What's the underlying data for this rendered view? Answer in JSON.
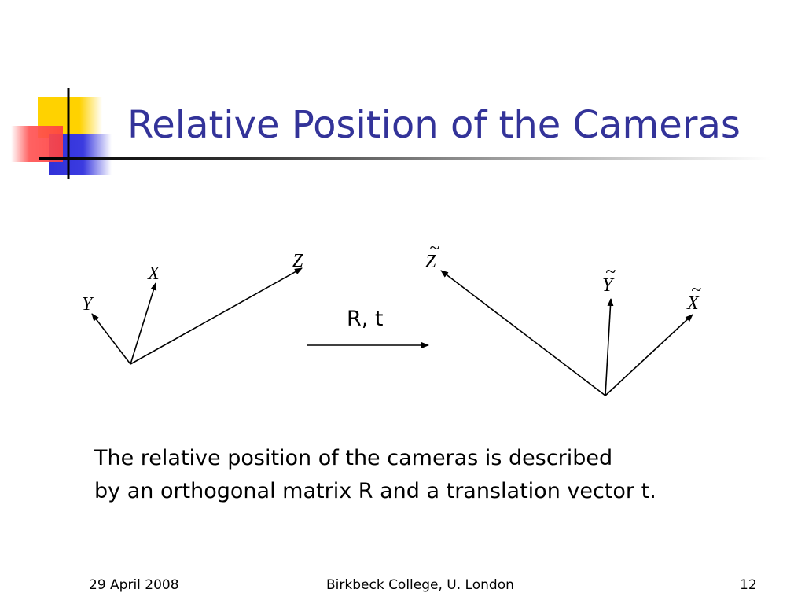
{
  "slide": {
    "title": "Relative Position of the Cameras",
    "body_lines": [
      "The relative position of the cameras is described",
      "by an orthogonal matrix R and a translation vector t."
    ]
  },
  "diagram": {
    "left_frame": {
      "axes": [
        "Y",
        "X",
        "Z"
      ]
    },
    "transform_label": "R, t",
    "right_frame": {
      "axes": [
        "Z",
        "Y",
        "X"
      ],
      "accent": "~"
    }
  },
  "footer": {
    "date": "29 April 2008",
    "institution": "Birkbeck College, U. London",
    "page_number": "12"
  },
  "colors": {
    "title": "#333399",
    "logo_yellow": "#ffd200",
    "logo_red": "#ff4b4b",
    "logo_blue": "#3131d8"
  }
}
